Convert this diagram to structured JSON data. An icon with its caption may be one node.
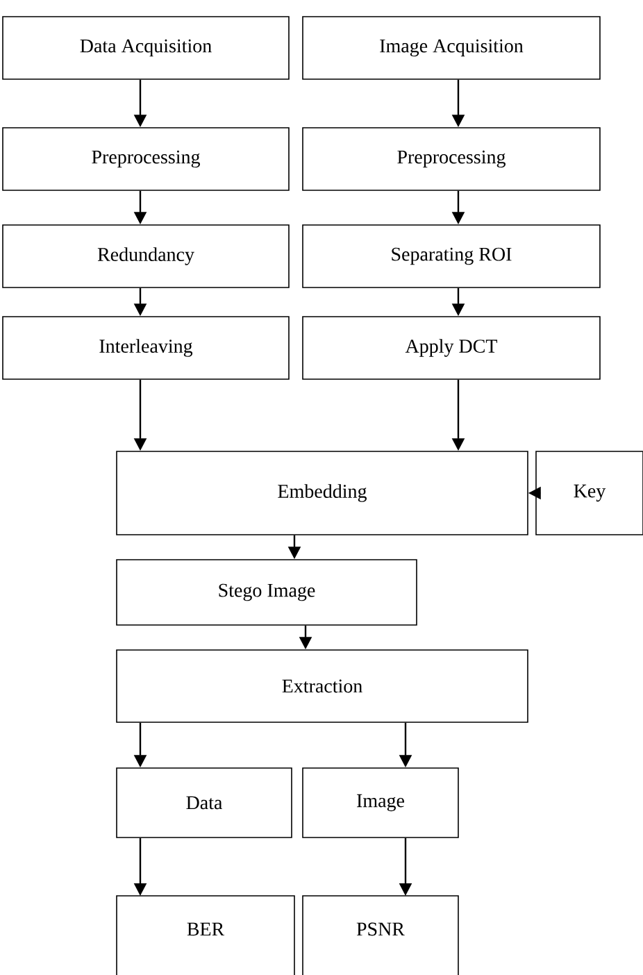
{
  "diagram": {
    "nodes": [
      {
        "text": [
          "Data Acquisition"
        ]
      },
      {
        "text": [
          "Image Acquisition"
        ]
      },
      {
        "text": [
          "Preprocessing"
        ]
      },
      {
        "text": [
          "Preprocessing"
        ]
      },
      {
        "text": [
          "Redundancy"
        ]
      },
      {
        "text": [
          "Separating ROI"
        ]
      },
      {
        "text": [
          "Interleaving"
        ]
      },
      {
        "text": [
          "Apply DCT"
        ]
      },
      {
        "text": [
          "Embedding"
        ]
      },
      {
        "text": [
          "Key"
        ]
      },
      {
        "text": [
          "Stego Image"
        ]
      },
      {
        "text": [
          "Extraction"
        ]
      },
      {
        "text": [
          "Data"
        ]
      },
      {
        "text": [
          "Image"
        ]
      },
      {
        "text": [
          "BER"
        ]
      },
      {
        "text": [
          "PSNR"
        ]
      }
    ],
    "edges": [
      {
        "from": 0,
        "to": 2,
        "arrow": "to"
      },
      {
        "from": 2,
        "to": 4,
        "arrow": "to"
      },
      {
        "from": 4,
        "to": 6,
        "arrow": "to"
      },
      {
        "from": 1,
        "to": 3,
        "arrow": "to"
      },
      {
        "from": 3,
        "to": 5,
        "arrow": "to"
      },
      {
        "from": 5,
        "to": 7,
        "arrow": "to"
      },
      {
        "from": 6,
        "to": 8,
        "arrow": "to"
      },
      {
        "from": 7,
        "to": 8,
        "arrow": "to"
      },
      {
        "from": 9,
        "to": 8,
        "arrow": "to"
      },
      {
        "from": 8,
        "to": 10,
        "arrow": "to"
      },
      {
        "from": 10,
        "to": 11,
        "arrow": "to"
      },
      {
        "from": 11,
        "to": 12,
        "arrow": "to"
      },
      {
        "from": 11,
        "to": 13,
        "arrow": "to"
      },
      {
        "from": 12,
        "to": 14,
        "arrow": "to"
      },
      {
        "from": 13,
        "to": 15,
        "arrow": "to"
      }
    ]
  }
}
